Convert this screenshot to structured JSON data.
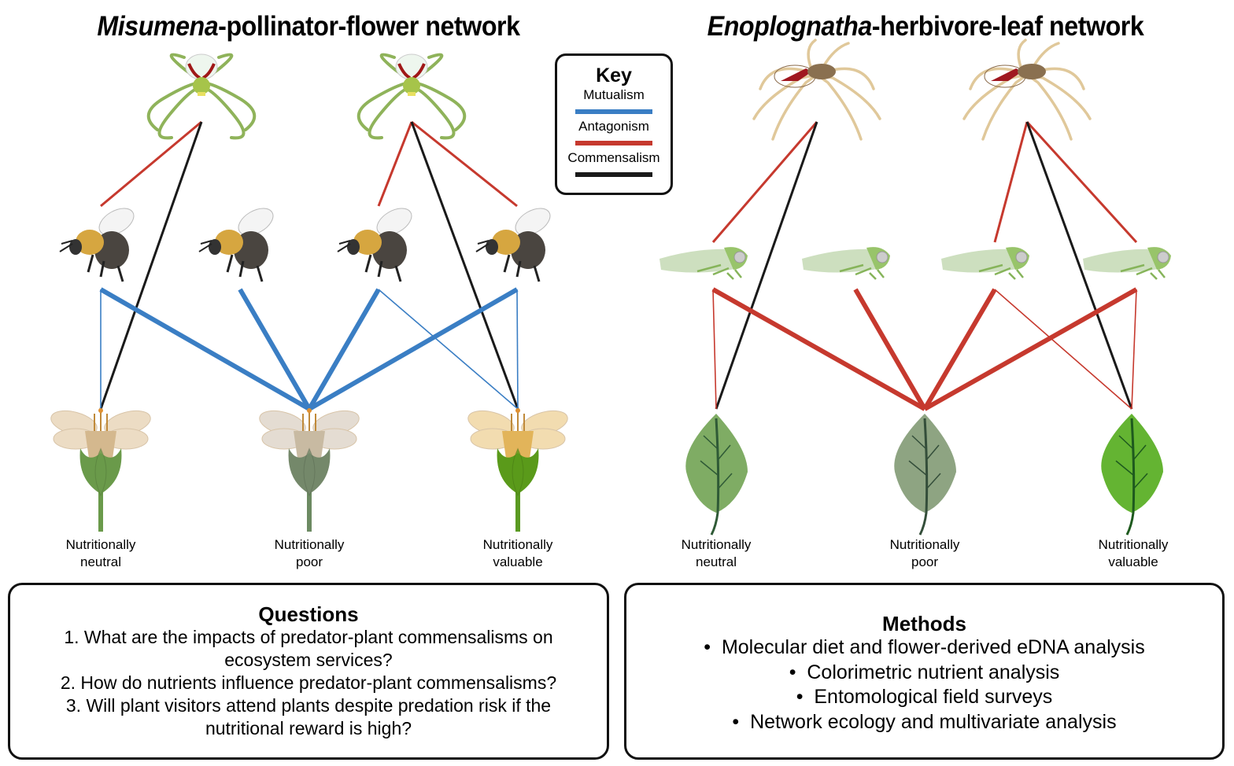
{
  "titles": {
    "left": {
      "italic": "Misumena",
      "rest": "-pollinator-flower network"
    },
    "right": {
      "italic": "Enoplognatha",
      "rest": "-herbivore-leaf network"
    }
  },
  "key": {
    "title": "Key",
    "items": [
      {
        "label": "Mutualism",
        "color": "#3a7ec4"
      },
      {
        "label": "Antagonism",
        "color": "#c6392e"
      },
      {
        "label": "Commensalism",
        "color": "#1a1a1a"
      }
    ]
  },
  "colors": {
    "mutualism": "#3a7ec4",
    "antagonism": "#c6392e",
    "commensalism": "#1a1a1a"
  },
  "networks": [
    {
      "id": "left",
      "predator_icon": "crab-spider-icon",
      "visitor_icon": "bumblebee-icon",
      "plant_icon": "flower-icon",
      "predators": [
        "Misumena spider 1",
        "Misumena spider 2"
      ],
      "visitors": [
        "Pollinator 1",
        "Pollinator 2",
        "Pollinator 3",
        "Pollinator 4"
      ],
      "plants": [
        {
          "label_line1": "Nutritionally",
          "label_line2": "neutral",
          "petal": "#ecdcc4",
          "corolla": "#d4b88e",
          "sepal": "#6a9a4a",
          "stem": "#6a9a4a"
        },
        {
          "label_line1": "Nutritionally",
          "label_line2": "poor",
          "petal": "#e4dcd2",
          "corolla": "#c8baa2",
          "sepal": "#74886a",
          "stem": "#6c8a62"
        },
        {
          "label_line1": "Nutritionally",
          "label_line2": "valuable",
          "petal": "#f2dcb0",
          "corolla": "#e2b45a",
          "sepal": "#5a9a1a",
          "stem": "#5a9a22"
        }
      ],
      "edges": [
        {
          "type": "antagonism",
          "from": "predator.0",
          "to": "visitor.0",
          "strength": 1
        },
        {
          "type": "commensalism",
          "from": "predator.0",
          "to": "plant.0",
          "strength": 1
        },
        {
          "type": "antagonism",
          "from": "predator.1",
          "to": "visitor.2",
          "strength": 1
        },
        {
          "type": "antagonism",
          "from": "predator.1",
          "to": "visitor.3",
          "strength": 1
        },
        {
          "type": "commensalism",
          "from": "predator.1",
          "to": "plant.2",
          "strength": 1
        },
        {
          "type": "mutualism",
          "from": "visitor.0",
          "to": "plant.0",
          "strength": 0.5
        },
        {
          "type": "mutualism",
          "from": "visitor.0",
          "to": "plant.1",
          "strength": 2
        },
        {
          "type": "mutualism",
          "from": "visitor.1",
          "to": "plant.1",
          "strength": 2
        },
        {
          "type": "mutualism",
          "from": "visitor.2",
          "to": "plant.1",
          "strength": 2
        },
        {
          "type": "mutualism",
          "from": "visitor.2",
          "to": "plant.2",
          "strength": 0.5
        },
        {
          "type": "mutualism",
          "from": "visitor.3",
          "to": "plant.1",
          "strength": 2
        },
        {
          "type": "mutualism",
          "from": "visitor.3",
          "to": "plant.2",
          "strength": 0.5
        }
      ]
    },
    {
      "id": "right",
      "predator_icon": "enoplognatha-spider-icon",
      "visitor_icon": "leafhopper-icon",
      "plant_icon": "leaf-icon",
      "predators": [
        "Enoplognatha spider 1",
        "Enoplognatha spider 2"
      ],
      "visitors": [
        "Herbivore 1",
        "Herbivore 2",
        "Herbivore 3",
        "Herbivore 4"
      ],
      "plants": [
        {
          "label_line1": "Nutritionally",
          "label_line2": "neutral",
          "petal": "#7fac64",
          "corolla": "#7fac64",
          "sepal": "#7fac64",
          "stem": "#2f5a36"
        },
        {
          "label_line1": "Nutritionally",
          "label_line2": "poor",
          "petal": "#8ea482",
          "corolla": "#8ea482",
          "sepal": "#8ea482",
          "stem": "#344e3a"
        },
        {
          "label_line1": "Nutritionally",
          "label_line2": "valuable",
          "petal": "#64b432",
          "corolla": "#64b432",
          "sepal": "#64b432",
          "stem": "#1e5a1e"
        }
      ],
      "edges": [
        {
          "type": "antagonism",
          "from": "predator.0",
          "to": "visitor.0",
          "strength": 1
        },
        {
          "type": "commensalism",
          "from": "predator.0",
          "to": "plant.0",
          "strength": 1
        },
        {
          "type": "antagonism",
          "from": "predator.1",
          "to": "visitor.2",
          "strength": 1
        },
        {
          "type": "antagonism",
          "from": "predator.1",
          "to": "visitor.3",
          "strength": 1
        },
        {
          "type": "commensalism",
          "from": "predator.1",
          "to": "plant.2",
          "strength": 1
        },
        {
          "type": "antagonism",
          "from": "visitor.0",
          "to": "plant.0",
          "strength": 0.5
        },
        {
          "type": "antagonism",
          "from": "visitor.0",
          "to": "plant.1",
          "strength": 2
        },
        {
          "type": "antagonism",
          "from": "visitor.1",
          "to": "plant.1",
          "strength": 2
        },
        {
          "type": "antagonism",
          "from": "visitor.2",
          "to": "plant.1",
          "strength": 2
        },
        {
          "type": "antagonism",
          "from": "visitor.2",
          "to": "plant.2",
          "strength": 0.5
        },
        {
          "type": "antagonism",
          "from": "visitor.3",
          "to": "plant.1",
          "strength": 2
        },
        {
          "type": "antagonism",
          "from": "visitor.3",
          "to": "plant.2",
          "strength": 0.5
        }
      ]
    }
  ],
  "questions": {
    "title": "Questions",
    "lines": [
      "1.  What are the impacts of predator-plant commensalisms on",
      "ecosystem services?",
      "2.  How do nutrients influence predator-plant commensalisms?",
      "3.  Will plant visitors attend plants despite predation risk if the",
      "nutritional reward is high?"
    ]
  },
  "methods": {
    "title": "Methods",
    "bullet": "•",
    "items": [
      "Molecular diet and flower-derived eDNA analysis",
      "Colorimetric nutrient analysis",
      "Entomological field surveys",
      "Network ecology and multivariate analysis"
    ]
  }
}
